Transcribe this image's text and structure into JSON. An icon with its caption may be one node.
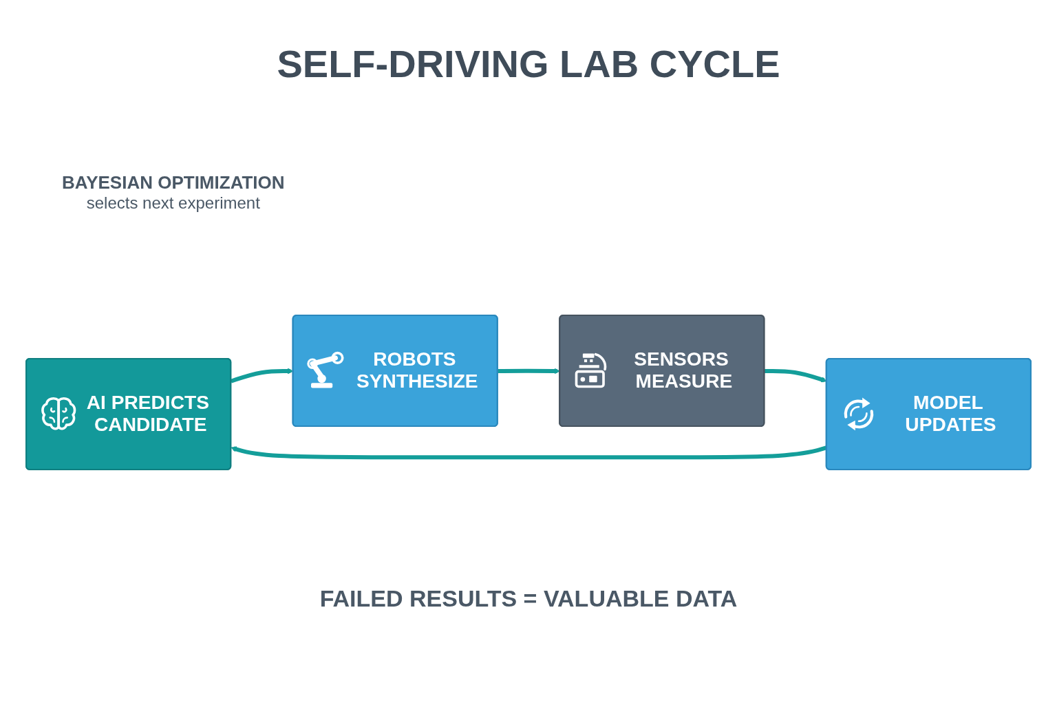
{
  "diagram": {
    "title": "SELF-DRIVING LAB CYCLE",
    "caption": "FAILED RESULTS = VALUABLE DATA",
    "nodes": [
      {
        "text": [
          "AI PREDICTS CANDIDATE"
        ]
      },
      {
        "text": [
          "ROBOTS SYNTHESIZE"
        ]
      },
      {
        "text": [
          "SENSORS MEASURE"
        ]
      },
      {
        "text": [
          "MODEL UPDATES"
        ]
      }
    ],
    "edges": [
      {
        "from": 0,
        "to": 1,
        "arrow": "to"
      },
      {
        "from": 1,
        "to": 2,
        "arrow": "to"
      },
      {
        "from": 2,
        "to": 3,
        "arrow": "to"
      },
      {
        "from": 3,
        "to": 0,
        "arrow": "to"
      }
    ],
    "labels": [
      "BAYESIAN OPTIMIZATION",
      "selects next experiment"
    ]
  }
}
